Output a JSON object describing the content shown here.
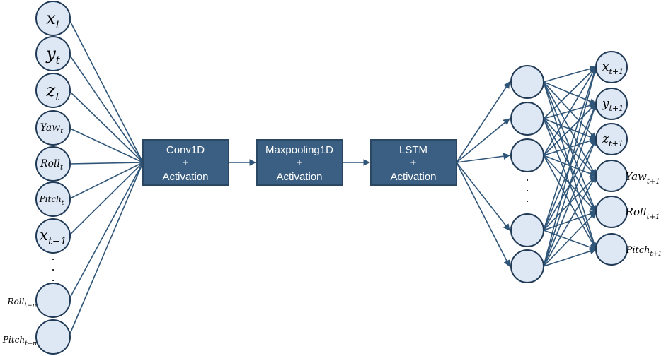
{
  "inputs": [
    {
      "base": "x",
      "sub": "t"
    },
    {
      "base": "y",
      "sub": "t"
    },
    {
      "base": "z",
      "sub": "t"
    },
    {
      "base": "Yaw",
      "sub": "t"
    },
    {
      "base": "Roll",
      "sub": "t"
    },
    {
      "base": "Pitch",
      "sub": "t"
    },
    {
      "base": "x",
      "sub": "t−1"
    },
    {
      "base": "Roll",
      "sub": "t−n"
    },
    {
      "base": "Pitch",
      "sub": "t−n"
    }
  ],
  "blocks": [
    {
      "line1": "Conv1D",
      "line2": "+",
      "line3": "Activation"
    },
    {
      "line1": "Maxpooling1D",
      "line2": "+",
      "line3": "Activation"
    },
    {
      "line1": "LSTM",
      "line2": "+",
      "line3": "Activation"
    }
  ],
  "outputs": [
    {
      "base": "x",
      "sub": "t+1"
    },
    {
      "base": "y",
      "sub": "t+1"
    },
    {
      "base": "z",
      "sub": "t+1"
    },
    {
      "base": "Yaw",
      "sub": "t+1"
    },
    {
      "base": "Roll",
      "sub": "t+1"
    },
    {
      "base": "Pitch",
      "sub": "t+1"
    }
  ],
  "colors": {
    "node_fill": "#dee8f5",
    "node_stroke": "#213a55",
    "box_fill": "#3a5f82",
    "edge": "#2f5578"
  }
}
